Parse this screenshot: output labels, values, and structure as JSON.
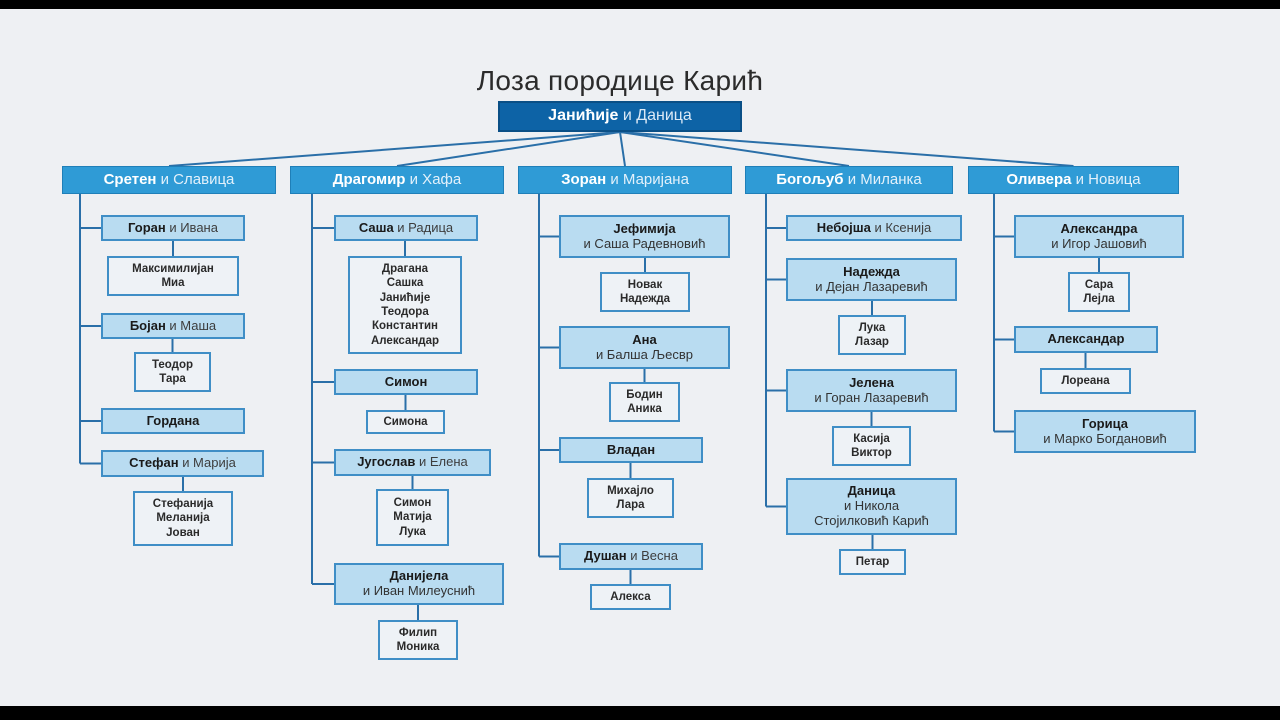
{
  "title": "Лоза породице Карић",
  "root": {
    "bold": "Јанићије",
    "rest": "и Даница"
  },
  "branches": [
    {
      "bold": "Сретен",
      "rest": "и Славица",
      "children": [
        {
          "bold": "Горан",
          "rest": "и Ивана",
          "kids": [
            "Максимилијан",
            "Миа"
          ]
        },
        {
          "bold": "Бојан",
          "rest": "и Маша",
          "kids": [
            "Теодор",
            "Тара"
          ]
        },
        {
          "bold": "Гордана",
          "rest": "",
          "kids": []
        },
        {
          "bold": "Стефан",
          "rest": "и Марија",
          "kids": [
            "Стефанија",
            "Меланија",
            "Јован"
          ]
        }
      ]
    },
    {
      "bold": "Драгомир",
      "rest": "и Хафа",
      "children": [
        {
          "bold": "Саша",
          "rest": "и Радица",
          "kids": [
            "Драгана",
            "Сашка",
            "Јанићије",
            "Теодора",
            "Константин",
            "Александар"
          ]
        },
        {
          "bold": "Симон",
          "rest": "",
          "kids": [
            "Симона"
          ]
        },
        {
          "bold": "Југослав",
          "rest": "и Елена",
          "kids": [
            "Симон",
            "Матија",
            "Лука"
          ]
        },
        {
          "bold": "Данијела",
          "rest": "",
          "line2": "и Иван Милеуснић",
          "kids": [
            "Филип",
            "Моника"
          ]
        }
      ]
    },
    {
      "bold": "Зоран",
      "rest": "и Маријана",
      "children": [
        {
          "bold": "Јефимија",
          "rest": "",
          "line2": "и Саша Радевновић",
          "kids": [
            "Новак",
            "Надежда"
          ]
        },
        {
          "bold": "Ана",
          "rest": "",
          "line2": "и Балша Љесвр",
          "kids": [
            "Бодин",
            "Аника"
          ]
        },
        {
          "bold": "Владан",
          "rest": "",
          "kids": [
            "Михајло",
            "Лара"
          ]
        },
        {
          "bold": "Душан",
          "rest": "и Весна",
          "kids": [
            "Алекса"
          ]
        }
      ]
    },
    {
      "bold": "Богољуб",
      "rest": "и Миланка",
      "children": [
        {
          "bold": "Небојша",
          "rest": "и Ксенија",
          "kids": []
        },
        {
          "bold": "Надежда",
          "rest": "",
          "line2": "и Дејан Лазаревић",
          "kids": [
            "Лука",
            "Лазар"
          ]
        },
        {
          "bold": "Јелена",
          "rest": "",
          "line2": "и Горан Лазаревић",
          "kids": [
            "Касија",
            "Виктор"
          ]
        },
        {
          "bold": "Даница",
          "rest": "",
          "line2": "и Никола",
          "line3": "Стојилковић Карић",
          "kids": [
            "Петар"
          ]
        }
      ]
    },
    {
      "bold": "Оливера",
      "rest": "и Новица",
      "children": [
        {
          "bold": "Александра",
          "rest": "",
          "line2": "и Игор Јашовић",
          "kids": [
            "Сара",
            "Лејла"
          ]
        },
        {
          "bold": "Александар",
          "rest": "",
          "kids": [
            "Лореана"
          ]
        },
        {
          "bold": "Горица",
          "rest": "",
          "line2": "и Марко Богдановић",
          "kids": []
        }
      ]
    }
  ],
  "colors": {
    "root": "#0d63a6",
    "child": "#2f9bd6",
    "grandchild": "#b9dcf1",
    "border": "#3f8ec6",
    "line": "#2a6fa8"
  }
}
